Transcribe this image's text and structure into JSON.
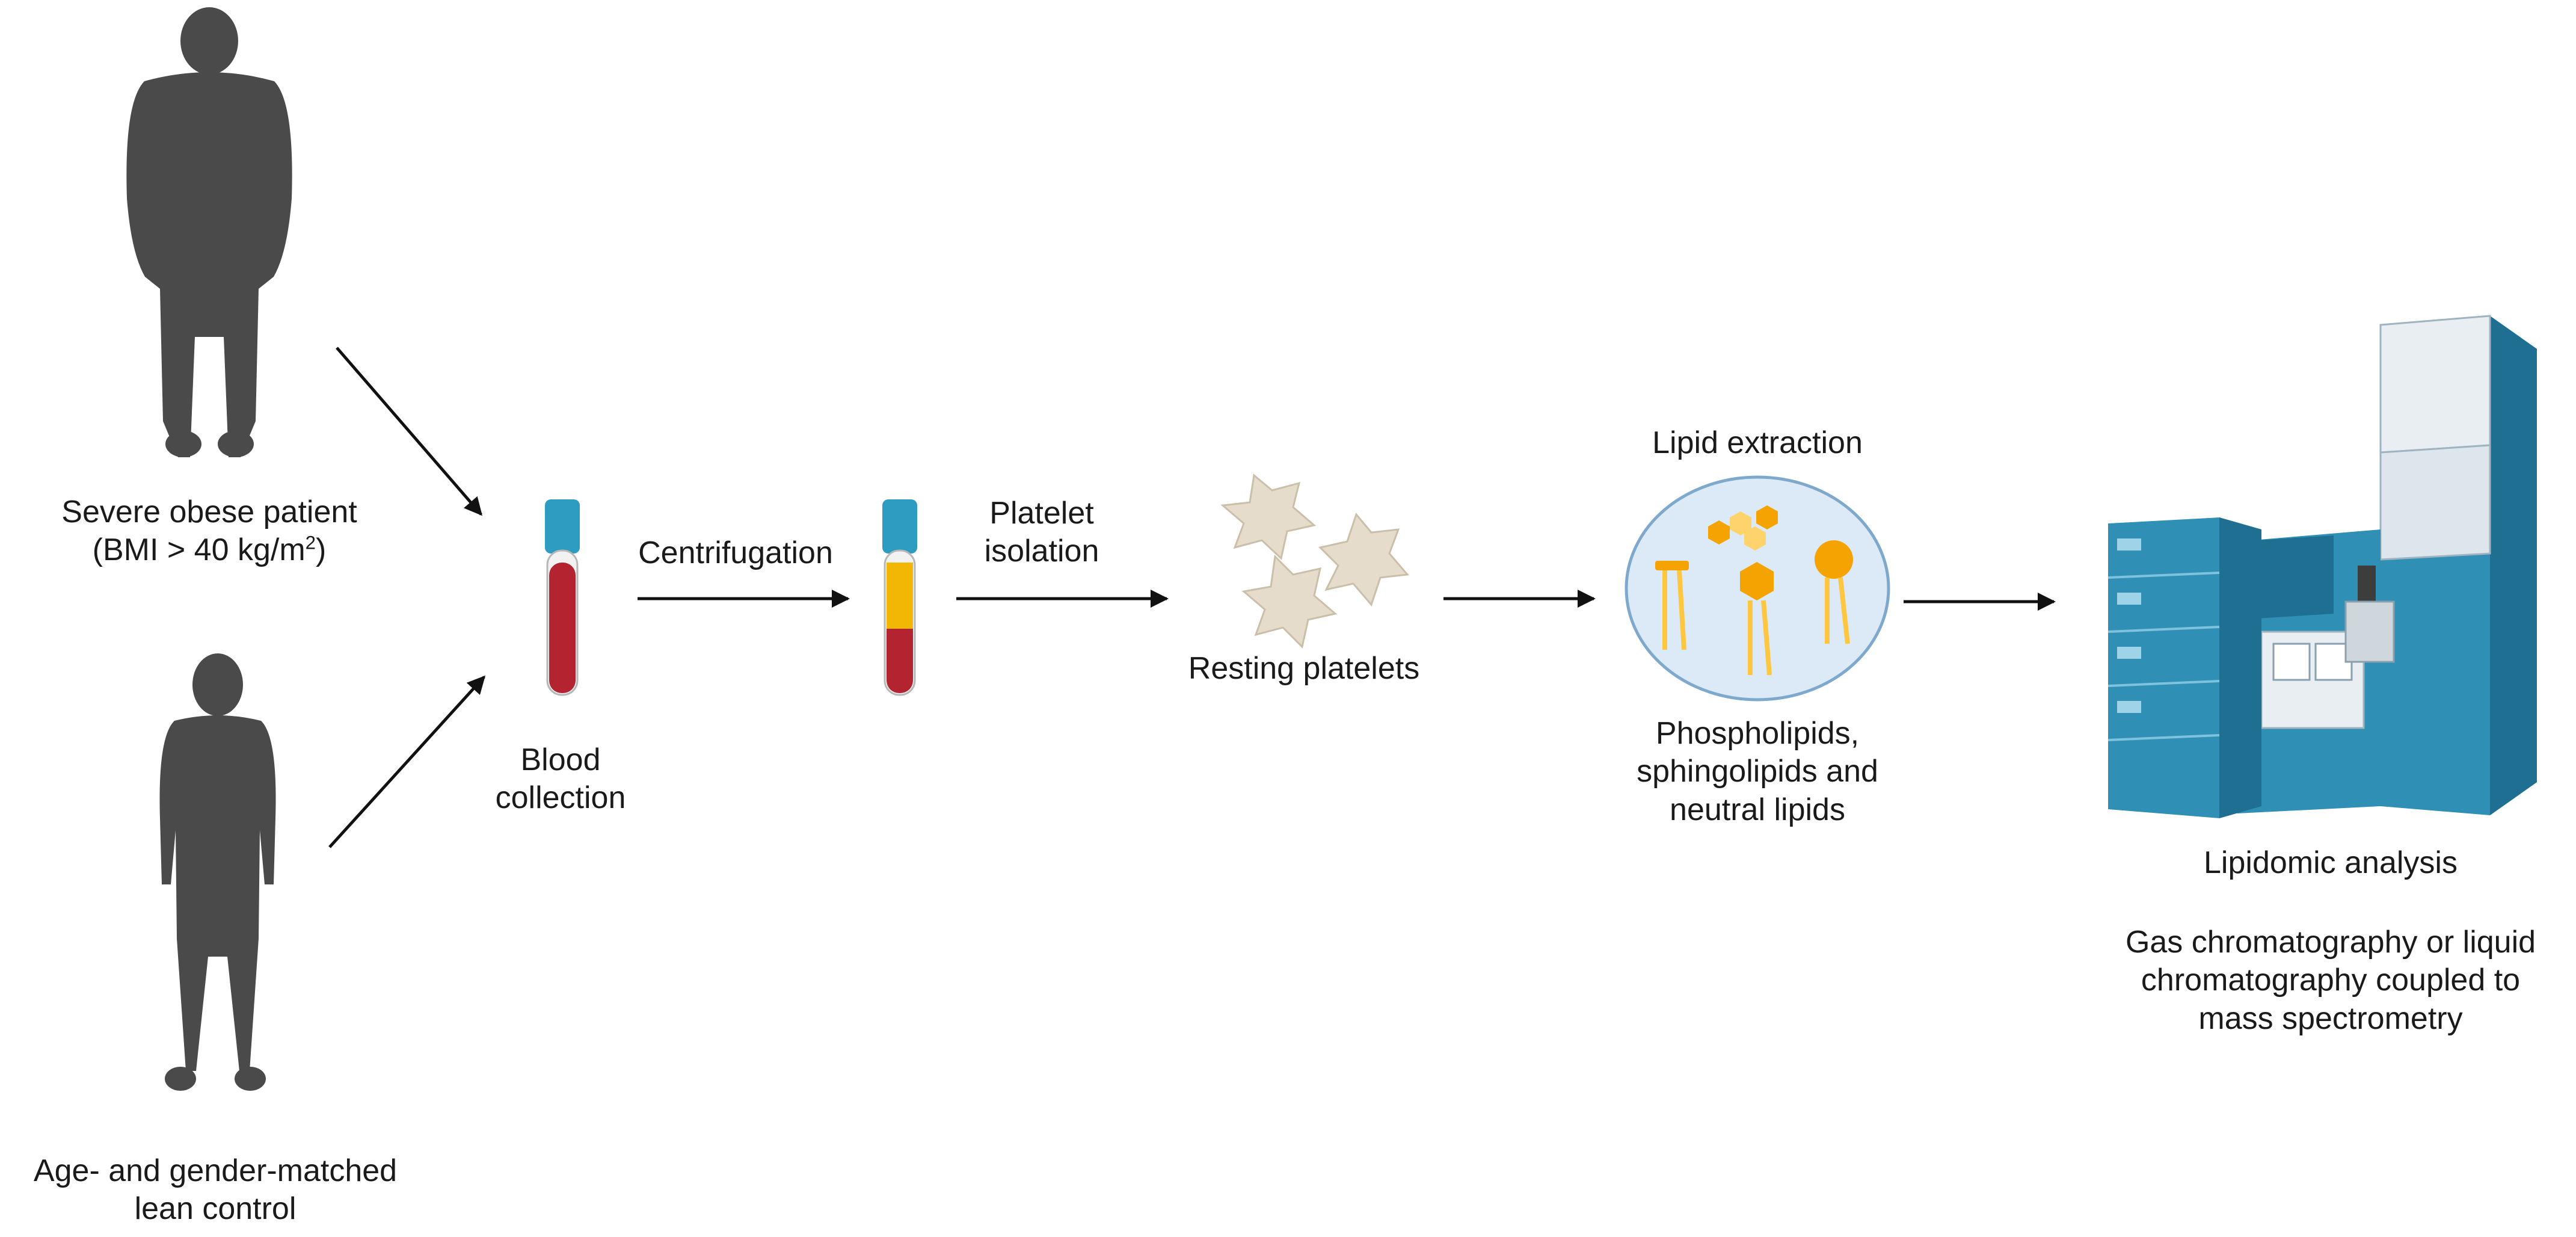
{
  "patients": {
    "obese": {
      "line1": "Severe obese patient",
      "line2_prefix": "(BMI > 40 kg/m",
      "line2_sup": "2",
      "line2_suffix": ")"
    },
    "lean": {
      "line1": "Age- and gender-matched",
      "line2": "lean control"
    }
  },
  "steps": {
    "blood_collection": {
      "line1": "Blood",
      "line2": "collection"
    },
    "centrifugation": "Centrifugation",
    "platelet_isolation": {
      "line1": "Platelet",
      "line2": "isolation"
    },
    "resting_platelets": "Resting platelets",
    "lipid_extraction": "Lipid extraction",
    "lipid_classes": {
      "line1": "Phospholipids,",
      "line2": "sphingolipids and",
      "line3": "neutral lipids"
    },
    "lipidomic_analysis": "Lipidomic analysis",
    "method": {
      "line1": "Gas chromatography or liquid",
      "line2": "chromatography coupled to",
      "line3": "mass spectrometry"
    }
  },
  "icons": [
    "person-silhouette-icon",
    "blood-tube-icon",
    "centrifuged-tube-icon",
    "platelet-icon",
    "lipid-circle-icon",
    "mass-spectrometer-icon",
    "arrow-icon"
  ],
  "colors": {
    "silhouette": "#4a4a4a",
    "tube_cap": "#2e9bc0",
    "blood": "#b32430",
    "plasma": "#f2b705",
    "platelet": "#e6dccb",
    "lipid": "#f5a300",
    "lipid_light": "#ffd36b",
    "circle_fill": "#dbeaf6",
    "circle_stroke": "#7fa9cc",
    "instrument": "#2f8fb5",
    "instrument_dark": "#1f6f92",
    "instrument_light": "#e8eef2"
  }
}
